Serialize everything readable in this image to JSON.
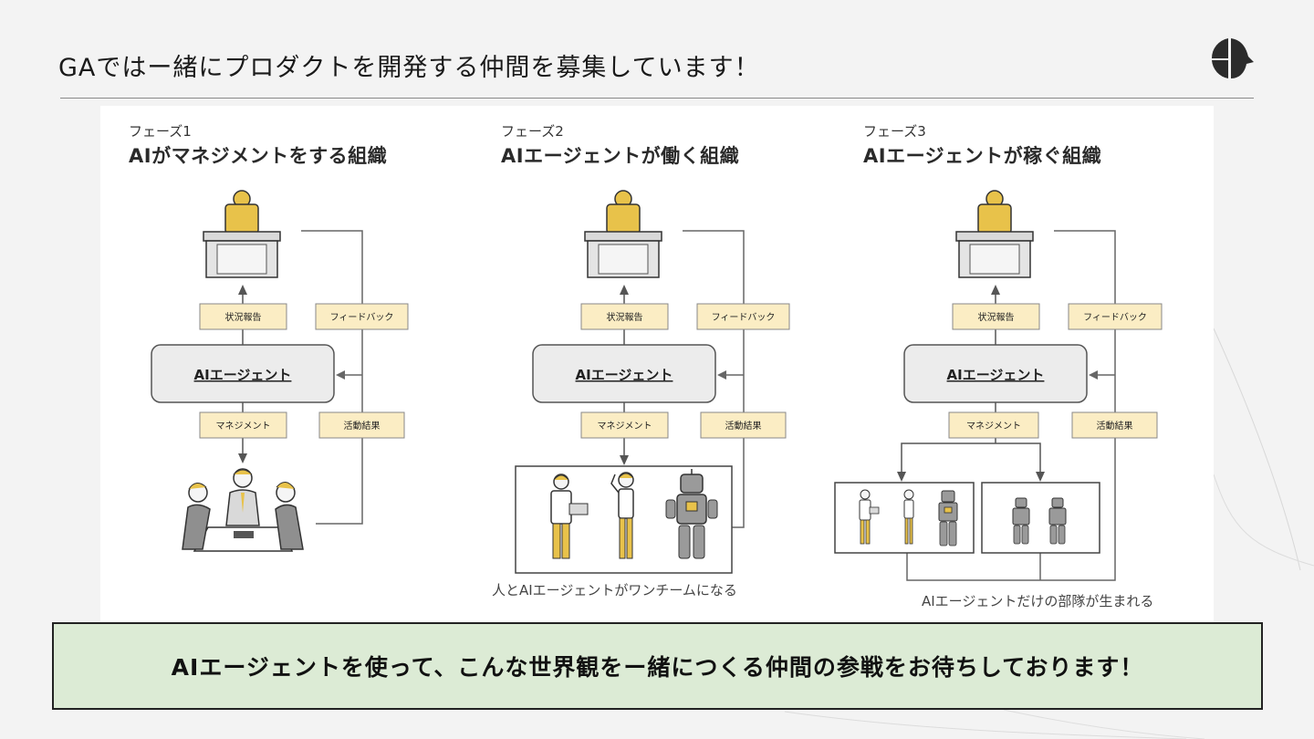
{
  "header": {
    "title": "GAではー緒にプロダクトを開発する仲間を募集しています！"
  },
  "colors": {
    "banner_bg": "#dcebd5",
    "label_box": "#fbedc4",
    "agent_box": "#ececec",
    "accent_yellow": "#e8c24a"
  },
  "phases": [
    {
      "label": "フェーズ1",
      "title": "AIがマネジメントをする組織",
      "up_label": "状況報告",
      "down_label": "マネジメント",
      "feedback_label": "フィードバック",
      "result_label": "活動結果",
      "agent_label": "AIエージェント",
      "caption": ""
    },
    {
      "label": "フェーズ2",
      "title": "AIエージェントが働く組織",
      "up_label": "状況報告",
      "down_label": "マネジメント",
      "feedback_label": "フィードバック",
      "result_label": "活動結果",
      "agent_label": "AIエージェント",
      "caption": "人とAIエージェントがワンチームになる"
    },
    {
      "label": "フェーズ3",
      "title": "AIエージェントが稼ぐ組織",
      "up_label": "状況報告",
      "down_label": "マネジメント",
      "feedback_label": "フィードバック",
      "result_label": "活動結果",
      "agent_label": "AIエージェント",
      "caption": "AIエージェントだけの部隊が生まれる"
    }
  ],
  "banner": {
    "text": "AIエージェントを使って、こんな世界観をー緒につくる仲間の参戦をお待ちしております！"
  }
}
